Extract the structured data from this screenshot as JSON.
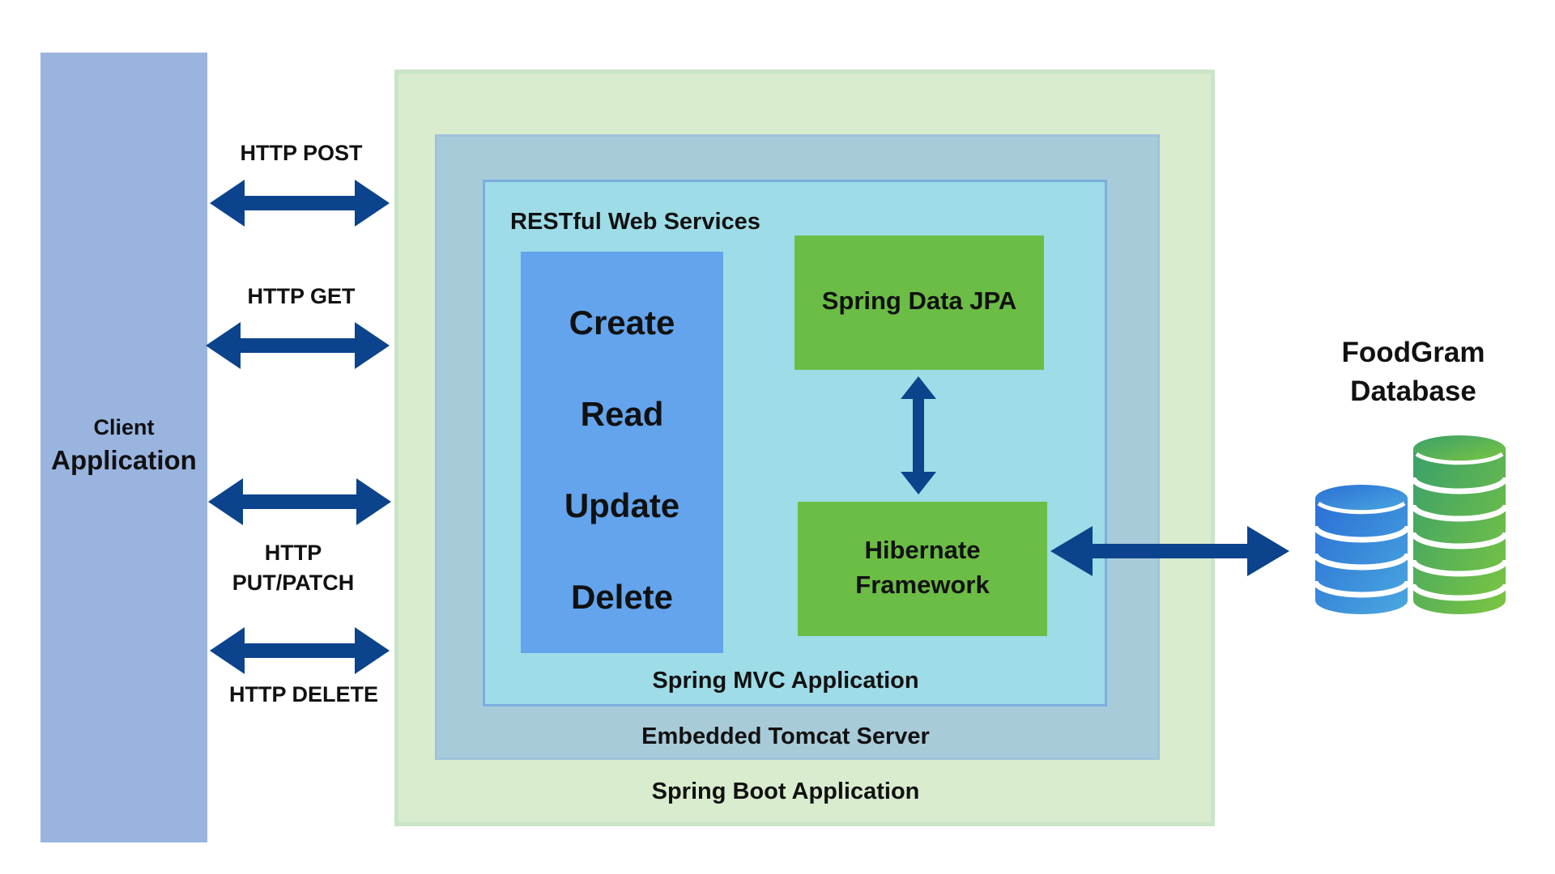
{
  "client": {
    "label_line1": "Client",
    "label_line2": "Application"
  },
  "http_methods": {
    "post": "HTTP POST",
    "get": "HTTP GET",
    "put_line1": "HTTP",
    "put_line2": "PUT/PATCH",
    "delete": "HTTP DELETE"
  },
  "layers": {
    "restful": "RESTful Web Services",
    "mvc": "Spring MVC Application",
    "tomcat": "Embedded Tomcat Server",
    "boot": "Spring Boot Application"
  },
  "crud": {
    "create": "Create",
    "read": "Read",
    "update": "Update",
    "delete": "Delete"
  },
  "components": {
    "jpa": "Spring Data JPA",
    "hibernate_line1": "Hibernate",
    "hibernate_line2": "Framework"
  },
  "database": {
    "title_line1": "FoodGram",
    "title_line2": "Database"
  },
  "colors": {
    "arrow": "#0b438c",
    "client": "#99b4df",
    "boot": "#d9ecce",
    "tomcat": "#a8cbd9",
    "mvc": "#9edce7",
    "crud": "#63a4ec",
    "component": "#6bbd45"
  }
}
